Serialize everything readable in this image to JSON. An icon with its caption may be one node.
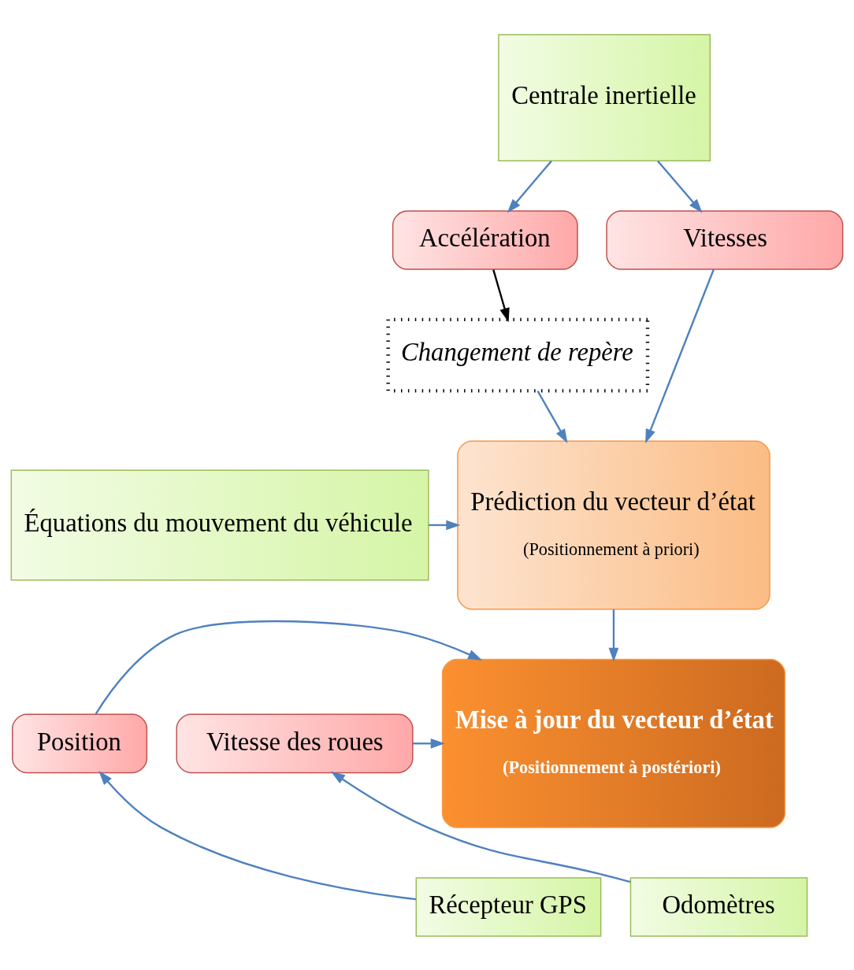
{
  "diagram": {
    "nodes": [
      {
        "text": [
          "Centrale inertielle"
        ]
      },
      {
        "text": [
          "Accélération"
        ]
      },
      {
        "text": [
          "Vitesses"
        ]
      },
      {
        "text": [
          "Changement de repère"
        ]
      },
      {
        "text": [
          "Équations du mouvement du véhicule"
        ]
      },
      {
        "text": [
          "Prédiction du vecteur d’état",
          "(Positionnement à priori)"
        ]
      },
      {
        "text": [
          "Mise à jour du vecteur d’état",
          "(Positionnement à postériori)"
        ]
      },
      {
        "text": [
          "Position"
        ]
      },
      {
        "text": [
          "Vitesse des roues"
        ]
      },
      {
        "text": [
          "Récepteur GPS"
        ]
      },
      {
        "text": [
          "Odomètres"
        ]
      }
    ],
    "edges": [
      {
        "from": 0,
        "to": 1,
        "arrow": "to"
      },
      {
        "from": 0,
        "to": 2,
        "arrow": "to"
      },
      {
        "from": 1,
        "to": 3,
        "arrow": "to",
        "color": "#000000"
      },
      {
        "from": 3,
        "to": 5,
        "arrow": "to"
      },
      {
        "from": 2,
        "to": 5,
        "arrow": "to"
      },
      {
        "from": 4,
        "to": 5,
        "arrow": "to"
      },
      {
        "from": 5,
        "to": 6,
        "arrow": "to"
      },
      {
        "from": 7,
        "to": 6,
        "arrow": "to"
      },
      {
        "from": 8,
        "to": 6,
        "arrow": "to"
      },
      {
        "from": 9,
        "to": 7,
        "arrow": "to"
      },
      {
        "from": 10,
        "to": 8,
        "arrow": "to"
      }
    ]
  }
}
